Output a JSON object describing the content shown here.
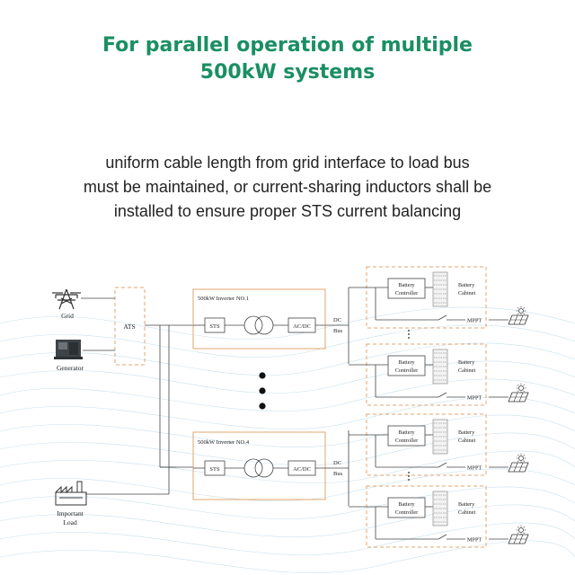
{
  "headline": {
    "line1": "For parallel operation of multiple",
    "line2": "500kW systems"
  },
  "subtext": {
    "line1": "uniform cable length from grid interface to load bus",
    "line2": "must be maintained, or current-sharing inductors shall be",
    "line3": "installed to ensure proper STS current balancing"
  },
  "colors": {
    "title": "#1a8f63",
    "dash_box": "#e3a46e",
    "line": "#444444"
  },
  "diagram": {
    "grid_label": "Grid",
    "generator_label": "Generator",
    "ats_label": "ATS",
    "load_label_1": "Important",
    "load_label_2": "Load",
    "inverter_1": {
      "title": "500kW Inverter NO.1",
      "sts": "STS",
      "acdc": "AC/DC"
    },
    "inverter_4": {
      "title": "500kW Inverter NO.4",
      "sts": "STS",
      "acdc": "AC/DC"
    },
    "dc_bus_1": "DC",
    "dc_bus_2": "Bus",
    "battery_controller_1": "Battery",
    "battery_controller_2": "Controller",
    "battery_cabinet_1": "Battery",
    "battery_cabinet_2": "Cabinet",
    "mppt": "MPPT",
    "icons": [
      "pylon-icon",
      "generator-icon",
      "factory-icon",
      "battery-rack-icon",
      "solar-panel-icon",
      "transformer-icon"
    ]
  }
}
